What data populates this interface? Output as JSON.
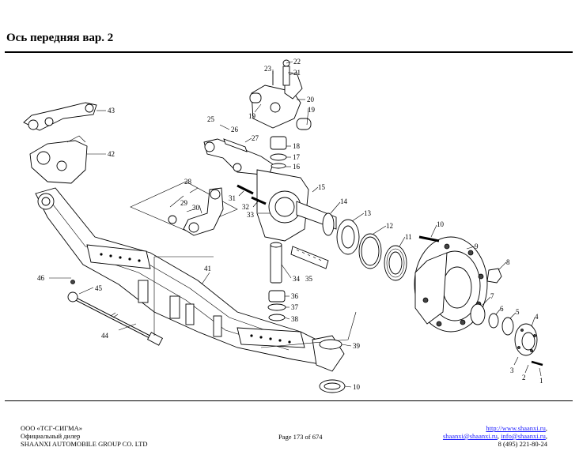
{
  "title": "Ось передняя вар. 2",
  "footer": {
    "left_line1": "ООО «ТСГ-СИГМА»",
    "left_line2": "Официальный дилер",
    "left_line3": "SHAANXI AUTOMOBILE GROUP CO. LTD",
    "page": "Page 173 of 674",
    "right_url": "http://www.shaanxi.ru",
    "right_url_sep": ",",
    "right_email1": "shaanxi@shaanxi.ru",
    "right_email_sep": ", ",
    "right_email2": "info@shaanxi.ru",
    "right_email_end": ",",
    "right_phone": "8 (495) 221-80-24"
  },
  "callouts": {
    "c1": "1",
    "c2": "2",
    "c3": "3",
    "c4": "4",
    "c5": "5",
    "c6": "6",
    "c7": "7",
    "c8": "8",
    "c9": "9",
    "c10a": "10",
    "c10b": "10",
    "c11": "11",
    "c12": "12",
    "c13": "13",
    "c14": "14",
    "c15": "15",
    "c16": "16",
    "c17": "17",
    "c18": "18",
    "c19a": "19",
    "c19b": "19",
    "c20": "20",
    "c21": "21",
    "c22": "22",
    "c23": "23",
    "c25": "25",
    "c26": "26",
    "c27": "27",
    "c28": "28",
    "c29": "29",
    "c30": "30",
    "c31": "31",
    "c32": "32",
    "c33": "33",
    "c34": "34",
    "c35": "35",
    "c36": "36",
    "c37": "37",
    "c38": "38",
    "c39": "39",
    "c41": "41",
    "c42": "42",
    "c43": "43",
    "c44": "44",
    "c45": "45",
    "c46": "46"
  }
}
